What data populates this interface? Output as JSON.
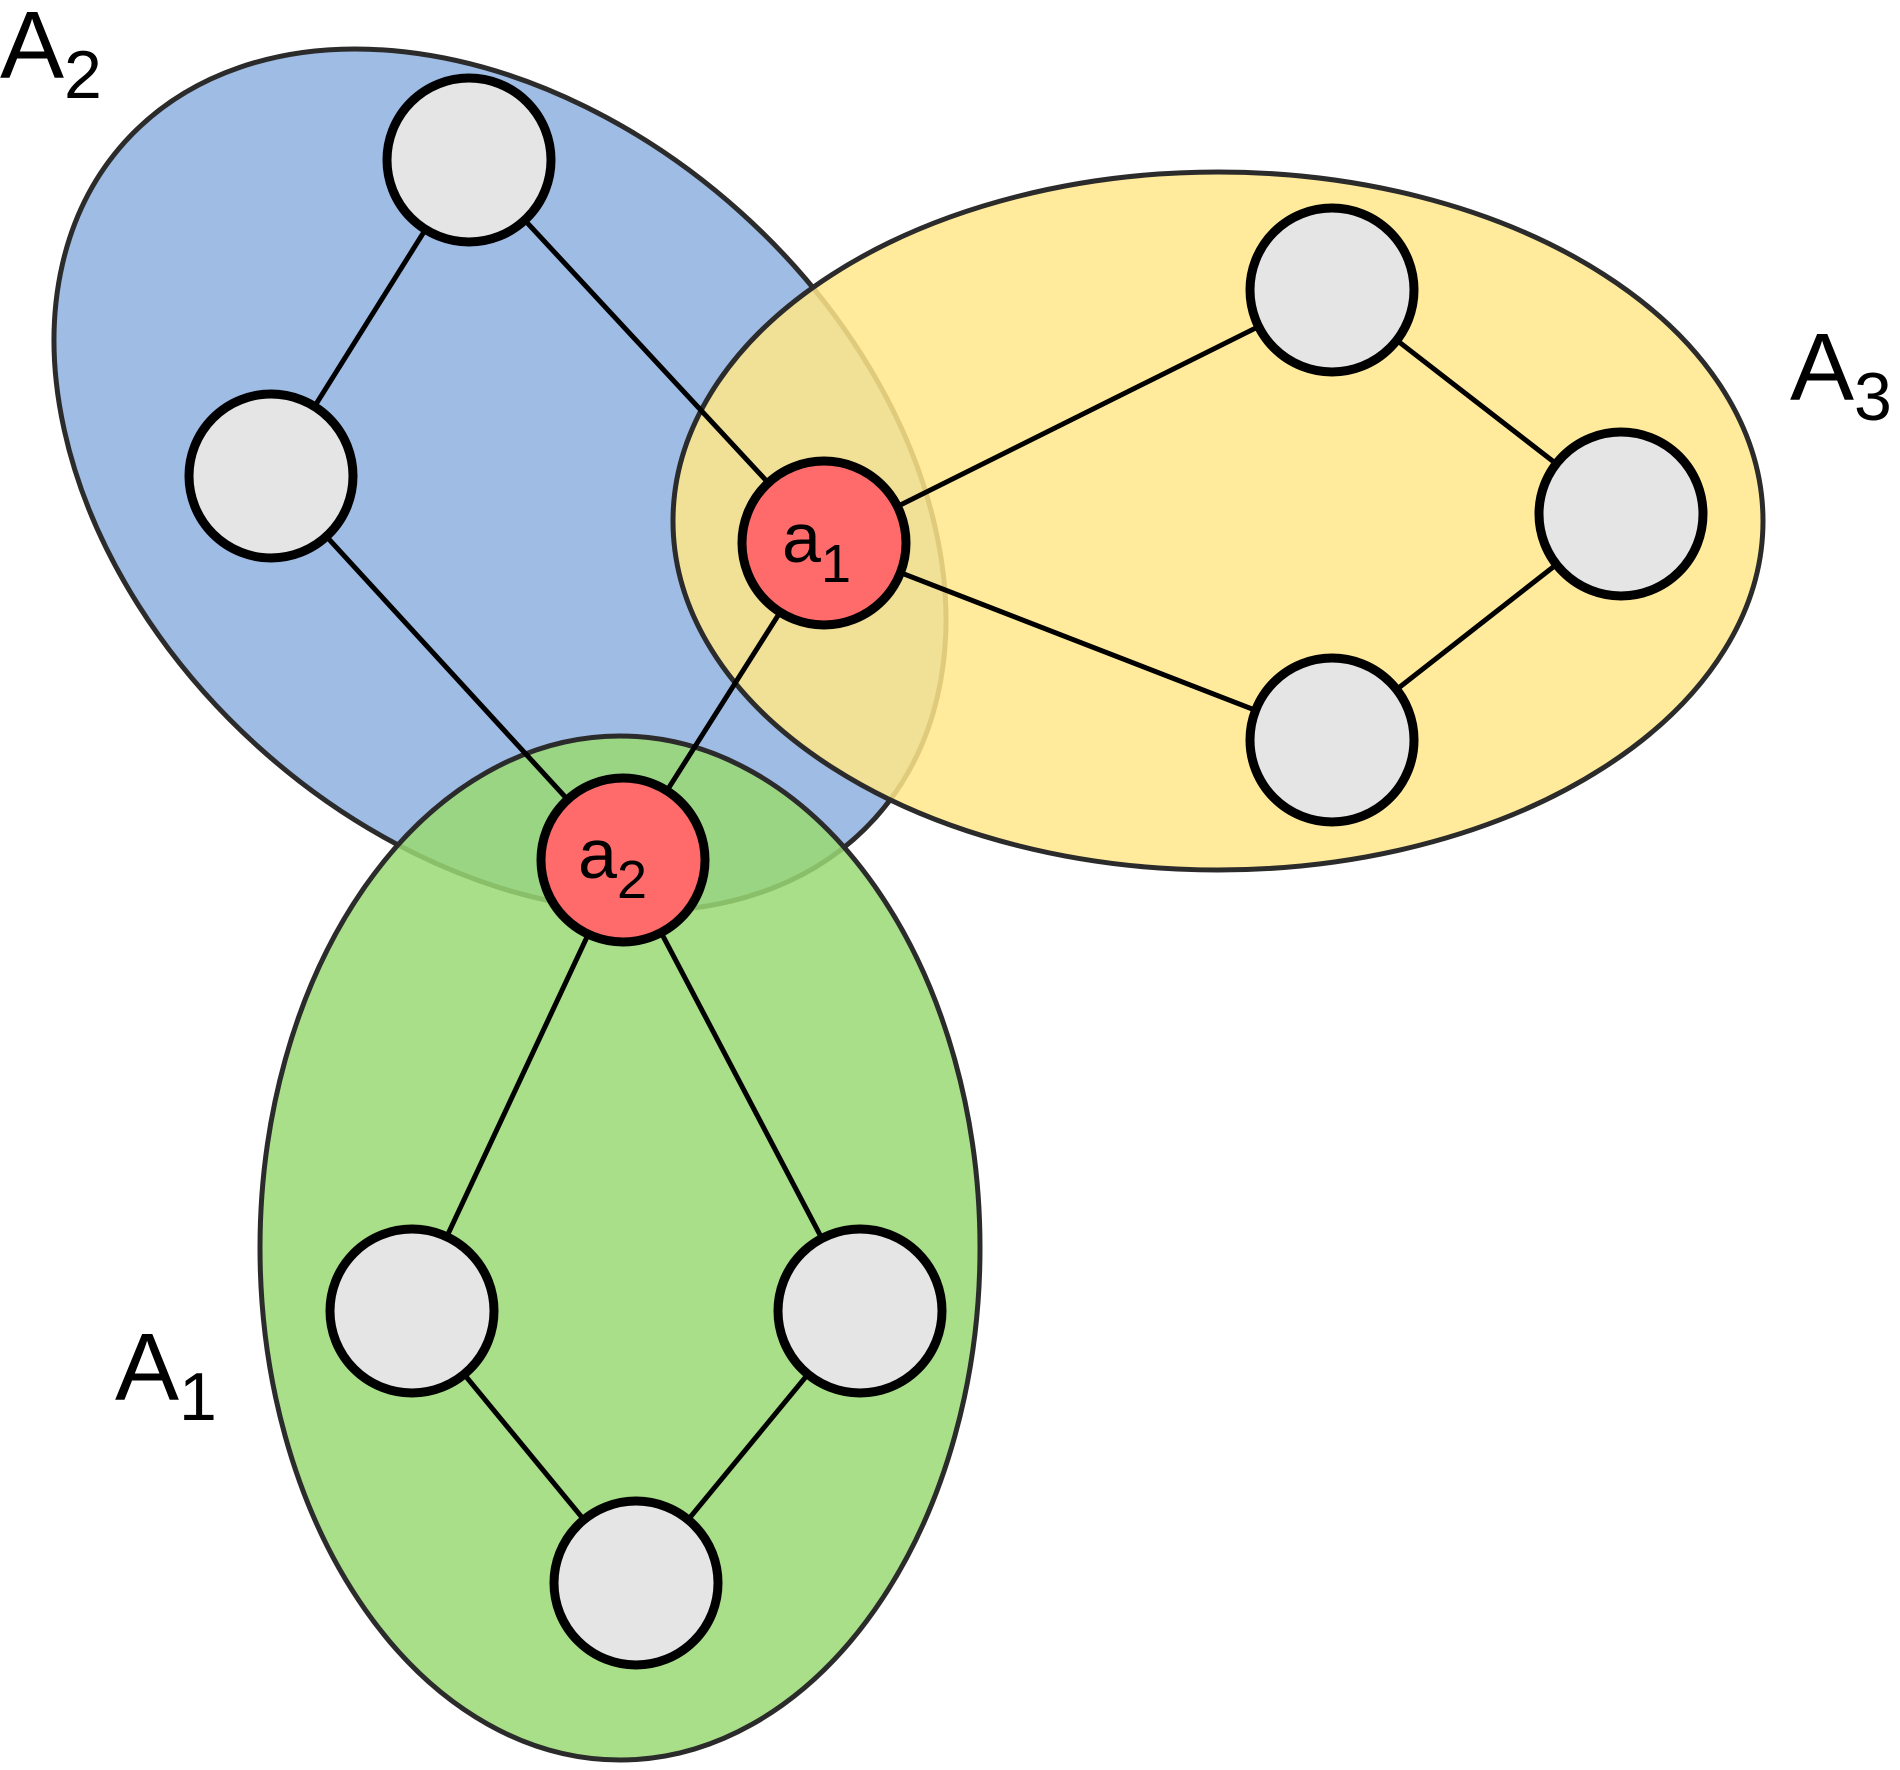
{
  "diagram": {
    "colors": {
      "region_A2": "#8eb0e0",
      "region_A3": "#ffe88a",
      "region_A1": "#99d973",
      "node_fill": "#e5e5e5",
      "special_node_fill": "#ff6b6b",
      "outline": "#000000"
    },
    "regions": [
      {
        "name": "A2",
        "letter": "A",
        "sub": "2"
      },
      {
        "name": "A3",
        "letter": "A",
        "sub": "3"
      },
      {
        "name": "A1",
        "letter": "A",
        "sub": "1"
      }
    ],
    "nodes": [
      {
        "id": "a1",
        "letter": "a",
        "sub": "1"
      },
      {
        "id": "a2",
        "letter": "a",
        "sub": "2"
      }
    ]
  }
}
